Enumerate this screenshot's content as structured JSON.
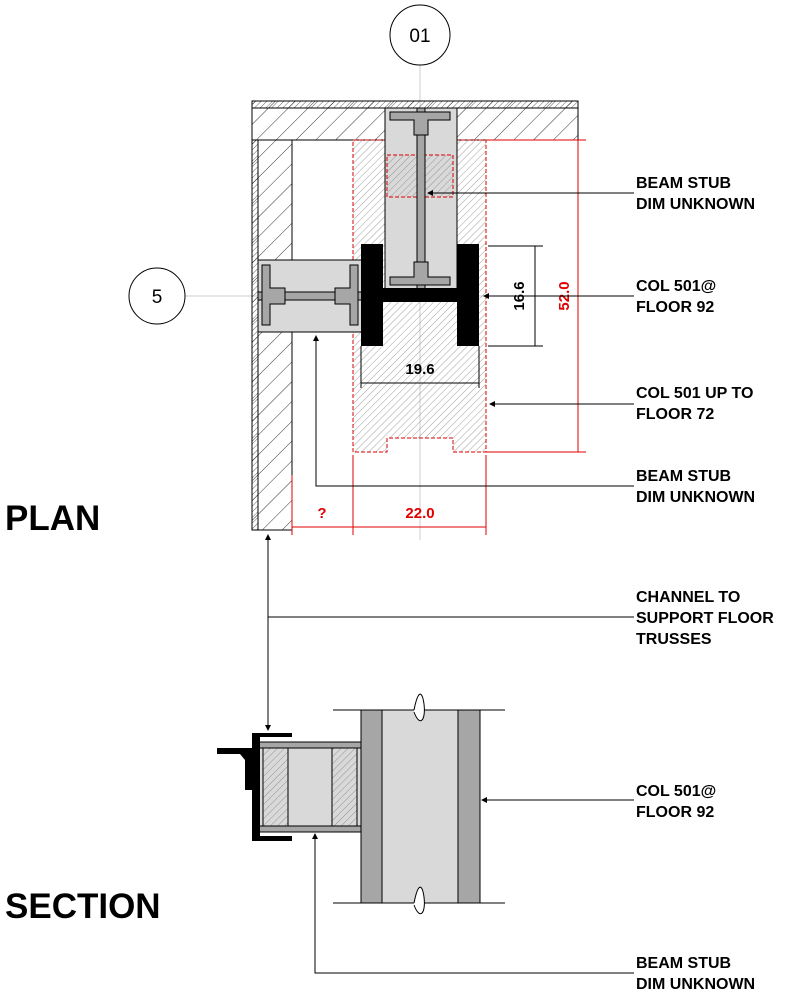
{
  "grid": {
    "bubble_top": "01",
    "bubble_left": "5"
  },
  "views": {
    "plan": "PLAN",
    "section": "SECTION"
  },
  "dimensions": {
    "flange_height": "16.6",
    "web_width": "19.6",
    "overall_height": "52.0",
    "overall_width": "22.0",
    "unknown_gap": "?"
  },
  "labels": {
    "beam_stub_top": [
      "BEAM STUB",
      "DIM UNKNOWN"
    ],
    "col_floor92": [
      "COL 501@",
      "FLOOR 92"
    ],
    "col_floor72": [
      "COL 501 UP TO",
      "FLOOR 72"
    ],
    "beam_stub_left": [
      "BEAM STUB",
      "DIM UNKNOWN"
    ],
    "channel": [
      "CHANNEL TO",
      "SUPPORT FLOOR",
      "TRUSSES"
    ],
    "section_col": [
      "COL 501@",
      "FLOOR 92"
    ],
    "section_beam": [
      "BEAM STUB",
      "DIM UNKNOWN"
    ]
  },
  "colors": {
    "dimension_red": "#e00000",
    "steel_light": "#d9d9d9",
    "steel_dark": "#a6a6a6"
  }
}
